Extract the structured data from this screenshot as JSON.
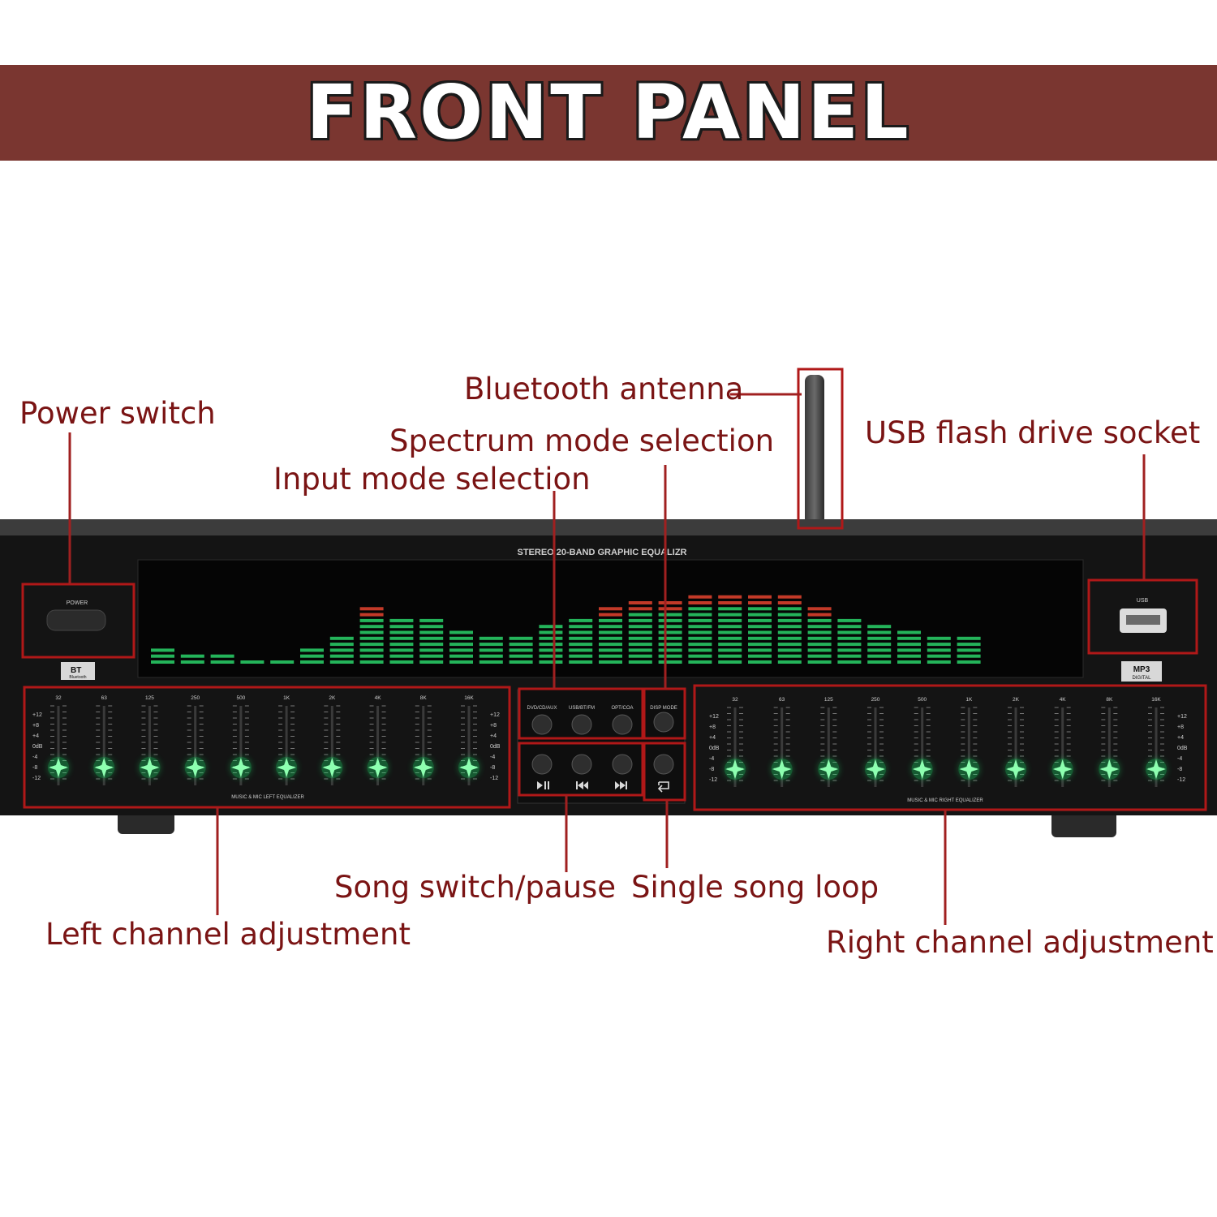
{
  "banner": {
    "title": "FRONT PANEL"
  },
  "callouts": {
    "bluetooth_antenna": "Bluetooth antenna",
    "power_switch": "Power switch",
    "spectrum_mode": "Spectrum mode selection",
    "usb_socket": "USB flash drive socket",
    "input_mode": "Input mode selection",
    "song_switch": "Song switch/pause",
    "single_loop": "Single song loop",
    "left_channel": "Left channel adjustment",
    "right_channel": "Right channel adjustment"
  },
  "device": {
    "display_title": "STEREO 20-BAND GRAPHIC EQUALIZR",
    "power_label": "POWER",
    "usb_label": "USB",
    "bt_badge": "BT",
    "bt_sub": "Bluetooth",
    "mp3_badge": "MP3",
    "mp3_sub": "DIGITAL",
    "eq_bands": [
      "32",
      "63",
      "125",
      "250",
      "500",
      "1K",
      "2K",
      "4K",
      "8K",
      "16K"
    ],
    "db_scale": [
      "+12",
      "+8",
      "+4",
      "0dB",
      "-4",
      "-8",
      "-12"
    ],
    "left_eq_caption": "MUSIC & MIC LEFT EQUALIZER",
    "right_eq_caption": "MUSIC & MIC RIGHT EQUALIZER",
    "input_buttons": [
      "DVD/CD/AUX",
      "USB/BT/FM",
      "OPT/COA"
    ],
    "disp_mode_label": "DISP MODE",
    "spectrum_levels": [
      3,
      2,
      2,
      1,
      1,
      3,
      5,
      10,
      8,
      8,
      6,
      5,
      5,
      7,
      8,
      10,
      11,
      11,
      12,
      12,
      12,
      12,
      10,
      8,
      7,
      6,
      5,
      5
    ]
  },
  "colors": {
    "banner": "#7a3630",
    "callout_text": "#7a1414",
    "highlight": "#b01818",
    "led_green": "#2ad36a",
    "led_red": "#d8402c"
  }
}
